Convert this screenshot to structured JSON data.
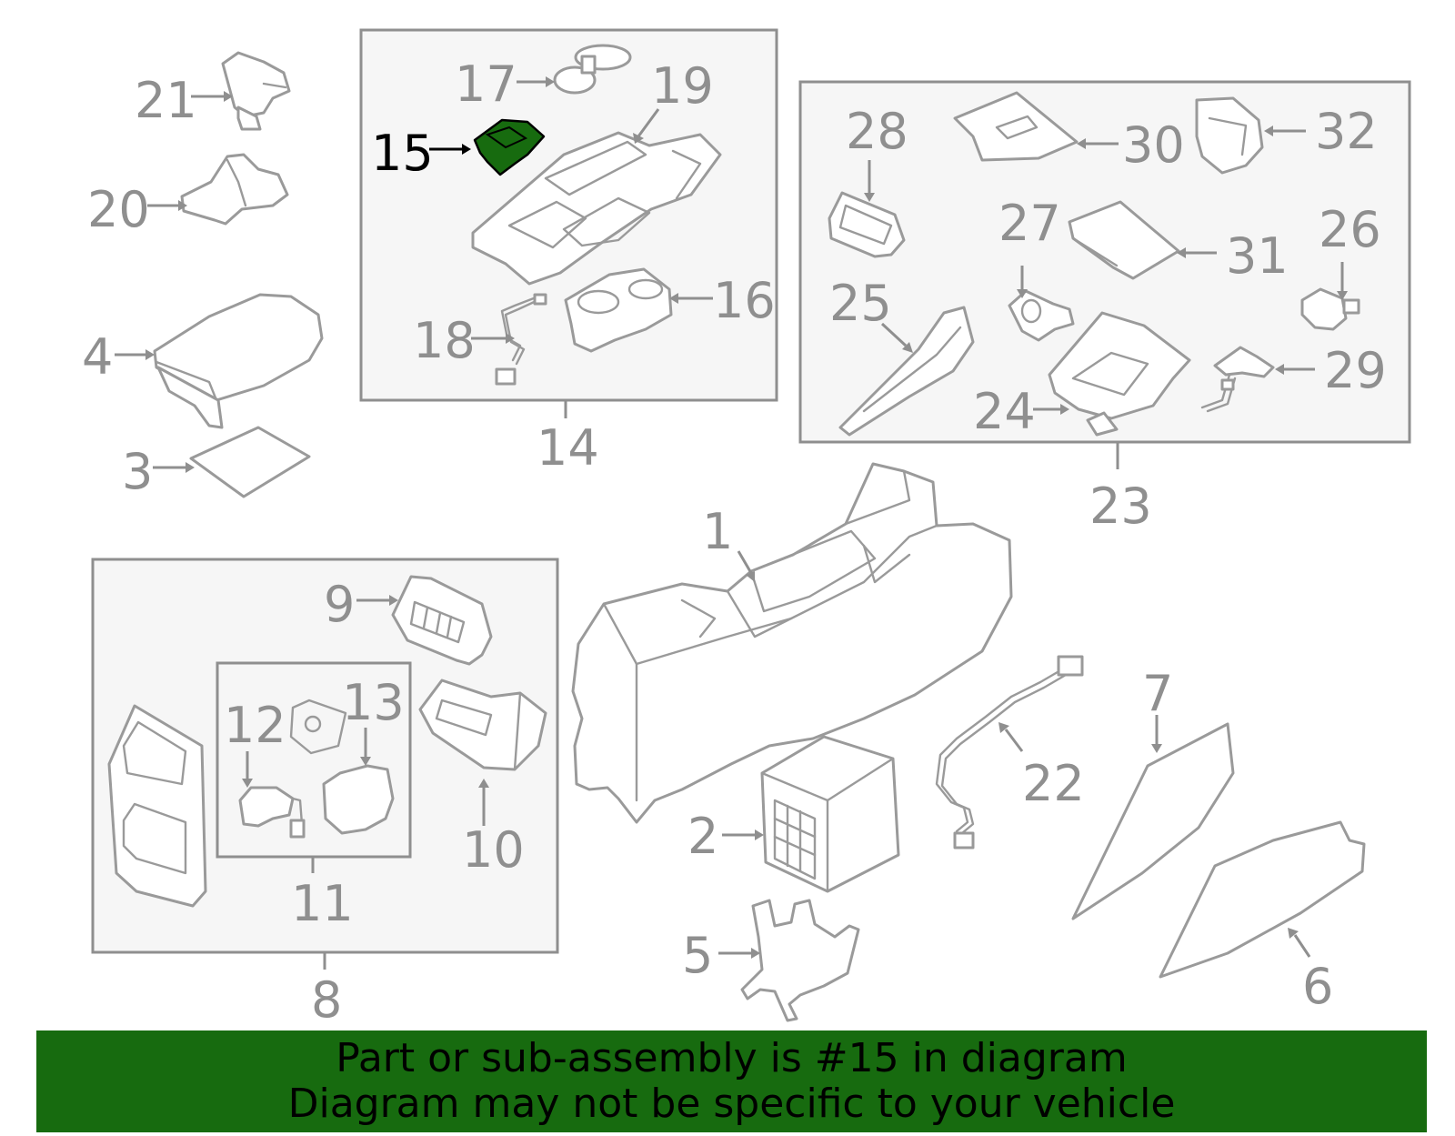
{
  "callouts": {
    "c1": "1",
    "c2": "2",
    "c3": "3",
    "c4": "4",
    "c5": "5",
    "c6": "6",
    "c7": "7",
    "c8": "8",
    "c9": "9",
    "c10": "10",
    "c11": "11",
    "c12": "12",
    "c13": "13",
    "c14": "14",
    "c15": "15",
    "c16": "16",
    "c17": "17",
    "c18": "18",
    "c19": "19",
    "c20": "20",
    "c21": "21",
    "c22": "22",
    "c23": "23",
    "c24": "24",
    "c25": "25",
    "c26": "26",
    "c27": "27",
    "c28": "28",
    "c29": "29",
    "c30": "30",
    "c31": "31",
    "c32": "32"
  },
  "highlight": {
    "part": "15",
    "color": "#176b0f"
  },
  "banner": {
    "line1": "Part or sub-assembly is #15 in diagram",
    "line2": "Diagram may not be specific to your vehicle",
    "background": "#176b0f"
  }
}
